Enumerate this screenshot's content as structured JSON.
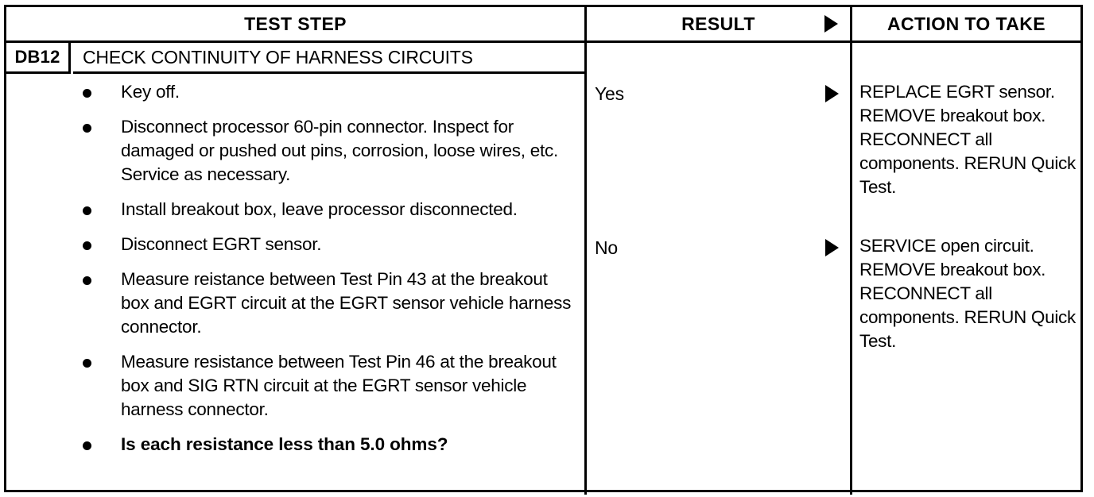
{
  "table": {
    "columns": [
      {
        "key": "test_step",
        "header": "TEST STEP"
      },
      {
        "key": "result",
        "header": "RESULT"
      },
      {
        "key": "action",
        "header": "ACTION TO TAKE"
      }
    ],
    "header_arrow_icon": "right-triangle-icon",
    "step": {
      "id": "DB12",
      "title": "CHECK CONTINUITY OF HARNESS CIRCUITS",
      "bullet_icon": "filled-circle-bullet",
      "items": [
        {
          "text": "Key off.",
          "bold": false
        },
        {
          "text": "Disconnect processor 60-pin connector. Inspect for damaged or pushed out pins, corrosion, loose wires, etc. Service as necessary.",
          "bold": false
        },
        {
          "text": "Install breakout box, leave processor disconnected.",
          "bold": false
        },
        {
          "text": "Disconnect EGRT sensor.",
          "bold": false
        },
        {
          "text": "Measure reistance between Test Pin 43 at the breakout box and EGRT circuit at the EGRT sensor vehicle harness connector.",
          "bold": false
        },
        {
          "text": "Measure resistance between Test Pin 46 at the breakout box and SIG RTN circuit at the EGRT sensor vehicle harness connector.",
          "bold": false
        },
        {
          "text": "Is each resistance less than 5.0 ohms?",
          "bold": true
        }
      ]
    },
    "branches": [
      {
        "result": "Yes",
        "arrow_icon": "right-triangle-icon",
        "action": "REPLACE EGRT sensor. REMOVE breakout box. RECONNECT all components. RERUN Quick Test."
      },
      {
        "result": "No",
        "arrow_icon": "right-triangle-icon",
        "action": "SERVICE open circuit. REMOVE breakout box. RECONNECT all components. RERUN Quick Test."
      }
    ]
  },
  "style": {
    "ink_color": "#000000",
    "paper_color": "#ffffff"
  }
}
